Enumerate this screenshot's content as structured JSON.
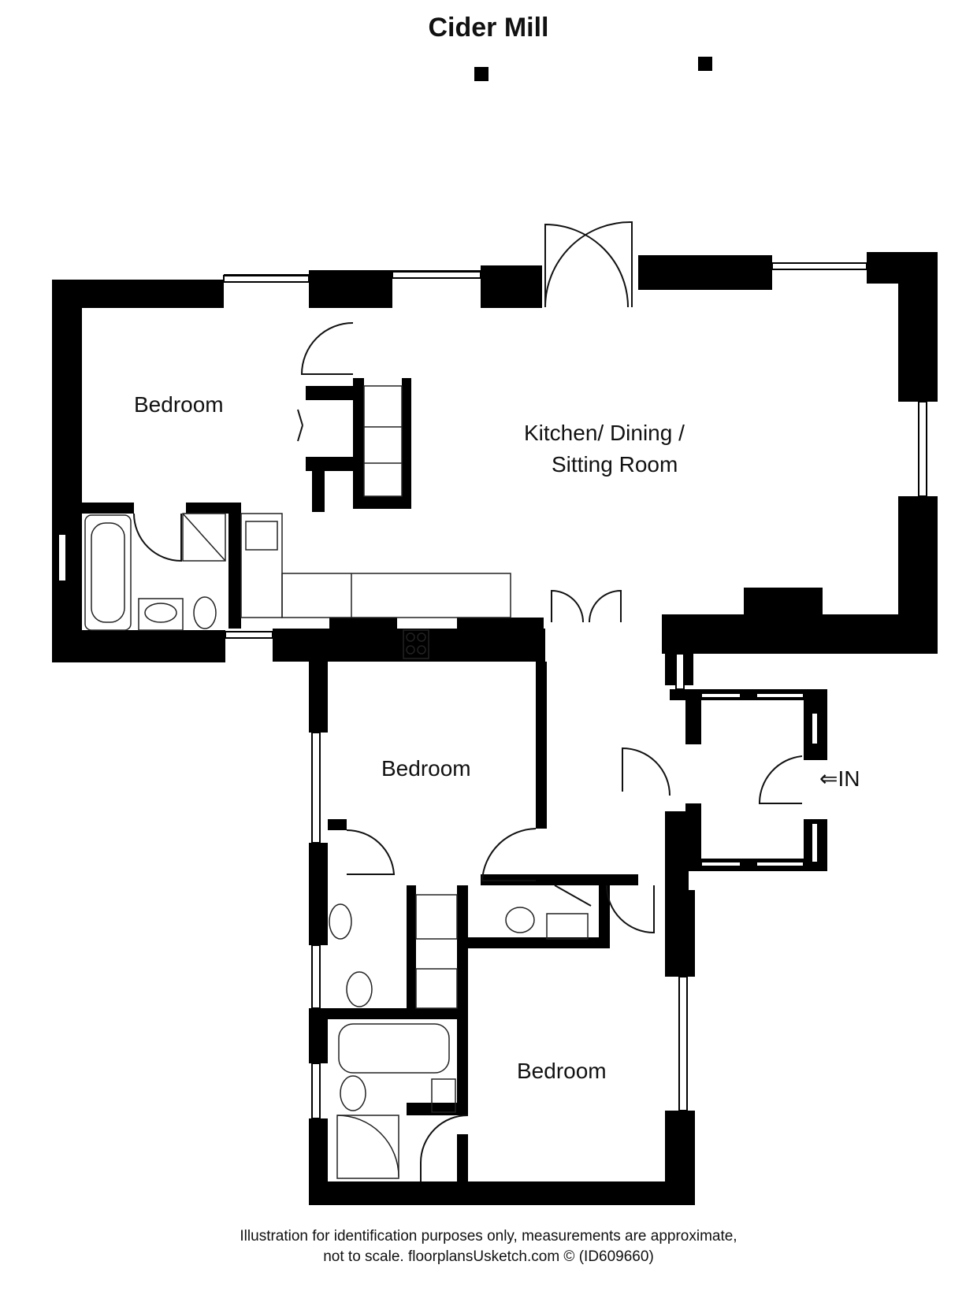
{
  "title": "Cider Mill",
  "rooms": {
    "bedroom_1": "Bedroom",
    "kitchen_line1": "Kitchen/ Dining /",
    "kitchen_line2": "Sitting Room",
    "bedroom_2": "Bedroom",
    "bedroom_3": "Bedroom"
  },
  "entrance_label": "IN",
  "footer": {
    "line1": "Illustration for identification purposes only, measurements are approximate,",
    "line2": "not to scale. floorplansUsketch.com © (ID609660)"
  },
  "colors": {
    "wall": "#000000",
    "fixture_line": "#222222",
    "background": "#ffffff"
  }
}
